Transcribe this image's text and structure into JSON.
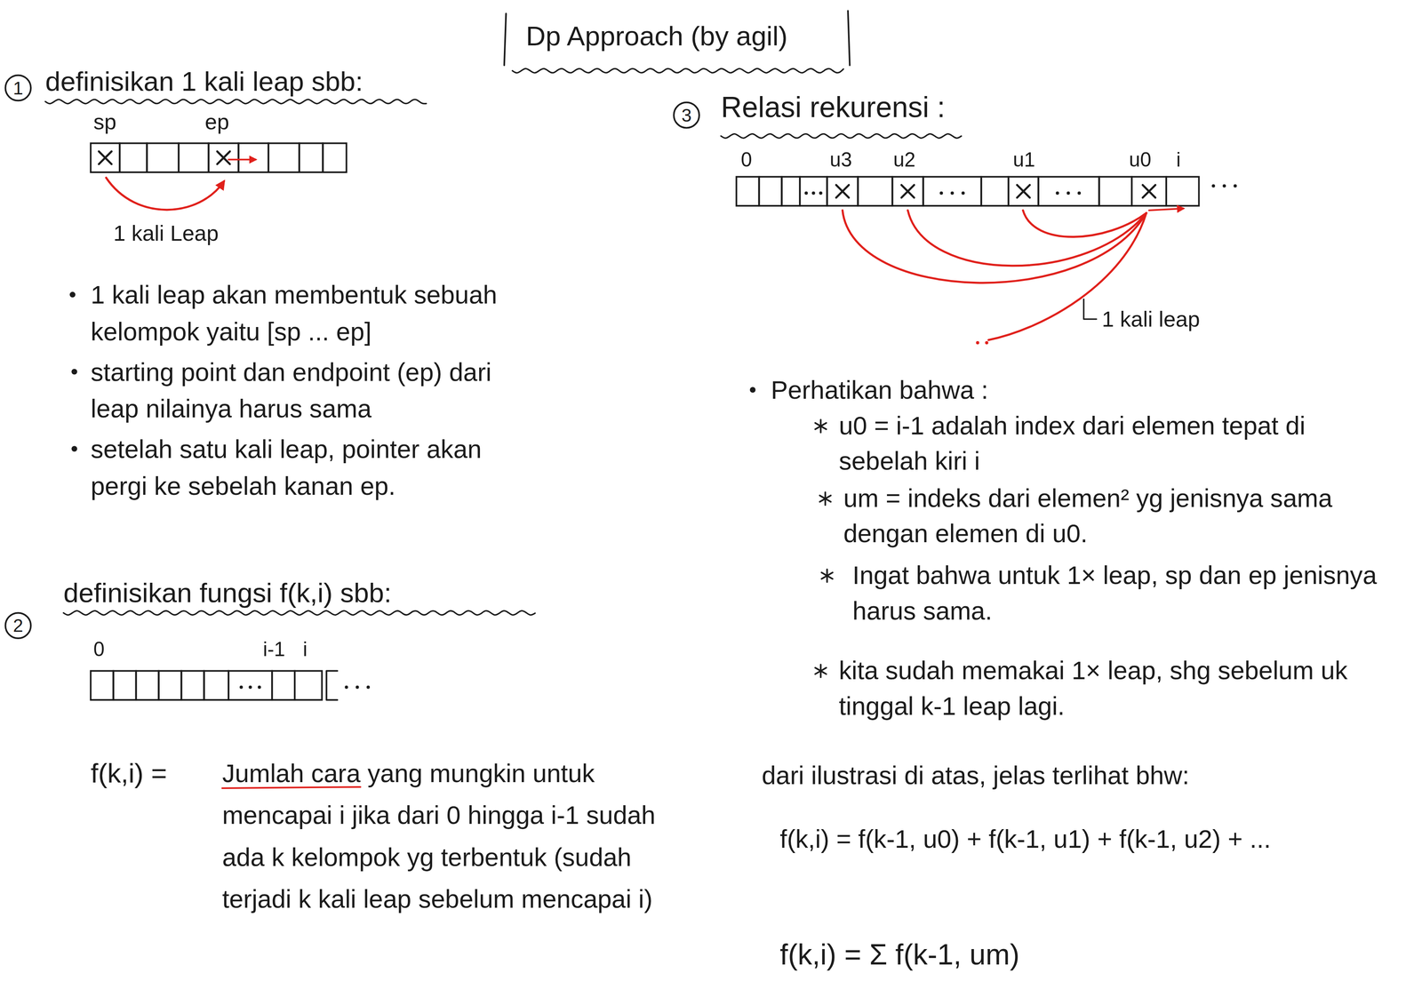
{
  "diagram": {
    "title": "Dp Approach (by agil)",
    "labels": [
      "1",
      "definisikan 1 kali leap sbb:",
      "sp",
      "ep",
      "1 kali Leap",
      "1 kali leap akan membentuk sebuah kelompok yaitu [sp ... ep]",
      "starting point dan endpoint (ep) dari leap nilainya harus sama",
      "setelah satu kali leap, pointer akan pergi ke sebelah kanan ep.",
      "2",
      "definisikan fungsi f(k,i) sbb:",
      "0",
      "i-1",
      "i",
      "f(k,i) =",
      "Jumlah cara yang mungkin untuk mencapai i jika dari 0 hingga i-1 sudah ada k kelompok yg terbentuk (sudah terjadi k kali leap sebelum mencapai i)",
      "3",
      "Relasi rekurensi :",
      "0",
      "u3",
      "u2",
      "u1",
      "u0",
      "i",
      "1 kali leap",
      "Perhatikan bahwa :",
      "u0 = i-1 adalah index dari elemen tepat di sebelah kiri i",
      "um = indeks dari elemen² yg jenisnya sama dengan elemen di u0.",
      "Ingat bahwa untuk 1× leap, sp dan ep jenisnya harus sama.",
      "kita sudah memakai 1× leap, shg sebelum uk tinggal k-1 leap lagi.",
      "dari ilustrasi di atas, jelas terlihat bhw:",
      "f(k,i) = f(k-1, u0) + f(k-1, u1) + f(k-1, u2) + ...",
      "f(k,i) = Σ f(k-1, um)"
    ]
  }
}
